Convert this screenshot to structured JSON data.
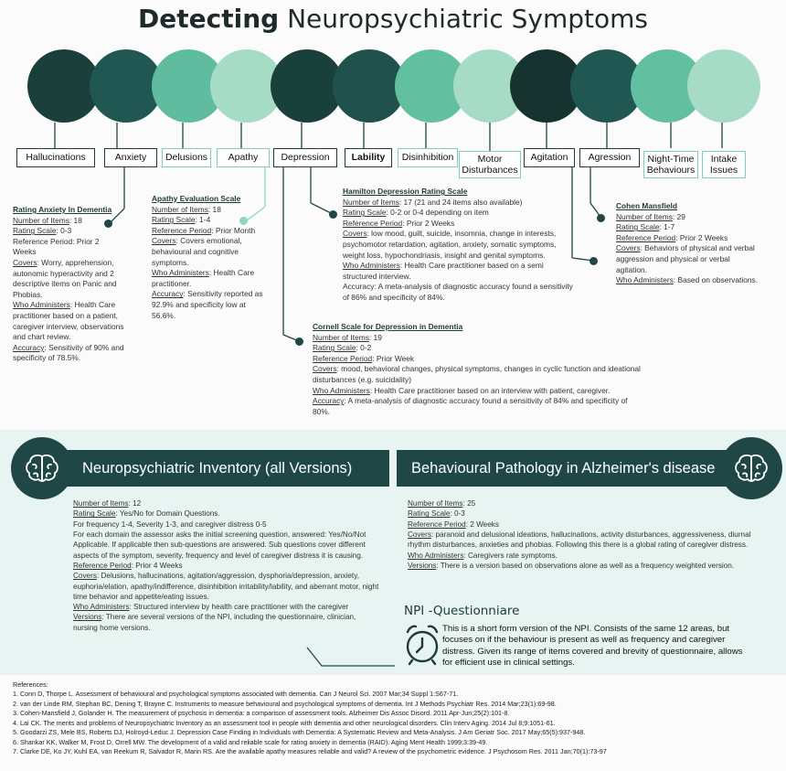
{
  "title": {
    "bold": "Detecting",
    "rest": "Neuropsychiatric Symptoms"
  },
  "colors": {
    "dark": "#193f3b",
    "mid": "#1f5a55",
    "teal": "#6cc3a7",
    "light": "#a9dcc7"
  },
  "symptoms": [
    {
      "label": "Hallucinations"
    },
    {
      "label": "Anxiety"
    },
    {
      "label": "Delusions"
    },
    {
      "label": "Apathy"
    },
    {
      "label": "Depression"
    },
    {
      "label": "Lability"
    },
    {
      "label": "Disinhibition"
    },
    {
      "label": "Motor Disturbances"
    },
    {
      "label": "Agitation"
    },
    {
      "label": "Agression"
    },
    {
      "label": "Night-Time Behaviours"
    },
    {
      "label": "Intake Issues"
    }
  ],
  "anxiety": {
    "title": "Rating Anxiety In Dementia",
    "items_k": "Number of Items",
    "items_v": ": 18",
    "scale_k": "Rating Scale",
    "scale_v": ": 0-3",
    "ref": "Reference Period: Prior 2 Weeks",
    "covers_k": "Covers",
    "covers_v": ": Worry, apprehension, autonomic hyperactivity and 2 descriptive items on Panic and Phobias.",
    "who_k": "Who Administers",
    "who_v": ": Health Care practitioner based on a patient, caregiver interview, observations and chart review.",
    "acc_k": "Accuracy",
    "acc_v": ": Sensitivity of 90% and specificity of 78.5%."
  },
  "apathy": {
    "title": "Apathy Evaluation Scale",
    "items_k": "Number of Items",
    "items_v": ": 18",
    "scale_k": "Rating Scale",
    "scale_v": ": 1-4",
    "ref_k": "Reference Period",
    "ref_v": ": Prior Month",
    "covers_k": "Covers",
    "covers_v": ": Covers emotional, behavioural and cognitive symptoms.",
    "who_k": "Who Administers",
    "who_v": ": Health Care practitioner.",
    "acc_k": "Accuracy",
    "acc_v": ": Sensitivity reported as 92.9% and specificity low at 56.6%."
  },
  "hamilton": {
    "title": "Hamilton Depression Rating Scale",
    "items_k": "Number of Items",
    "items_v": ": 17 (21 and 24 items also available)",
    "scale_k": "Rating Scale",
    "scale_v": ": 0-2 or 0-4 depending on item",
    "ref_k": "Reference Period",
    "ref_v": ": Prior 2 Weeks",
    "covers_k": "Covers",
    "covers_v": ": low mood, guilt, suicide, insomnia, change in interests, psychomotor retardation, agitation, anxiety, somatic symptoms, weight loss, hypochondriasis, insight and genital symptoms.",
    "who_k": "Who Administers",
    "who_v": ": Health Care practitioner based on a semi structured interview.",
    "acc": "Accuracy: A meta-analysis of diagnostic accuracy found a sensitivity of 86% and specificity of 84%."
  },
  "cohen": {
    "title": "Cohen Mansfield",
    "items_k": "Number of Items",
    "items_v": ": 29",
    "scale_k": "Rating Scale",
    "scale_v": ": 1-7",
    "ref_k": "Reference Period",
    "ref_v": ": Prior 2 Weeks",
    "covers_k": "Covers",
    "covers_v": ": Behaviors of physical and verbal aggression and physical or verbal agitation.",
    "who_k": "Who Administers",
    "who_v": ": Based on observations."
  },
  "cornell": {
    "title": "Cornell Scale for Depression in Dementia",
    "items_k": "Number of Items",
    "items_v": ": 19",
    "scale_k": "Rating Scale",
    "scale_v": ": 0-2",
    "ref_k": "Reference Period",
    "ref_v": ": Prior Week",
    "covers_k": "Covers",
    "covers_v": ": mood, behavioral changes, physical symptoms, changes in cyclic function and ideational disturbances (e.g. suicidality)",
    "who_k": "Who Administers",
    "who_v": ": Health Care practitioner based on an interview with patient, caregiver.",
    "acc_k": "Accuracy",
    "acc_v": ": A meta-analysis of diagnostic accuracy found a sensitivity of 84% and specificity of 80%."
  },
  "npi": {
    "banner": "Neuropsychiatric Inventory (all Versions)",
    "items_k": "Number of Items",
    "items_v": ": 12",
    "scale_k": "Rating Scale",
    "scale_v": ": Yes/No for Domain Questions.",
    "freq": "For frequency 1-4, Severity 1-3, and caregiver distress 0-5",
    "body": "For each domain the assessor asks the initial screening question, answered: Yes/No/Not Applicable. If applicable then sub-questions are answered. Sub questions cover different aspects of the symptom, severity, frequency and level of caregiver distress it is causing.",
    "ref_k": "Reference Period",
    "ref_v": ": Prior 4 Weeks",
    "covers_k": "Covers",
    "covers_v": ": Delusions, hallucinations, agitation/aggression, dysphoria/depression, anxiety, euphoria/elation, apathy/indifference, disinhibition irritability/lability, and aberrant motor, night time behavior and appetite/eating issues.",
    "who_k": "Who Administers",
    "who_v": ": Structured interview by health care practitioner with the caregiver",
    "ver_k": "Versions",
    "ver_v": ": There are several versions of the NPI, including the questionnaire, clinician, nursing home versions."
  },
  "behave": {
    "banner": "Behavioural Pathology in Alzheimer's disease",
    "items_k": "Number of Items",
    "items_v": ": 25",
    "scale_k": "Rating Scale",
    "scale_v": ": 0-3",
    "ref_k": "Reference Period",
    "ref_v": ": 2 Weeks",
    "covers_k": "Covers",
    "covers_v": ": paranoid and delusional ideations, hallucinations, activity disturbances, aggressiveness, diurnal rhythm disturbances, anxieties and phobias. Following this there is a global rating of caregiver distress.",
    "who_k": "Who Administers",
    "who_v": ": Caregivers rate symptoms.",
    "ver_k": "Versions",
    "ver_v": ": There is a version based on observations alone as well as a frequency weighted version."
  },
  "npiq": {
    "title": "NPI -Questionniare",
    "body": "This is a short form version of the NPI. Consists of the same 12 areas, but focuses on if the behaviour is present as well as frequency and caregiver distress. Given its range of items covered and brevity of questionnaire, allows for efficient use in clinical settings."
  },
  "refs": {
    "heading": "References:",
    "items": [
      "1. Conn D, Thorpe L. Assessment of behavioural and psychological symptoms associated with dementia. Can J Neurol Sci. 2007 Mar;34 Suppl 1:S67-71.",
      "2. van der Linde RM, Stephan BC, Dening T, Brayne C. Instruments to measure behavioural and psychological symptoms of dementia. Int J Methods Psychiatr Res. 2014 Mar;23(1):69-98.",
      "3. Cohen-Mansfield J, Golander H. The measurement of psychosis in dementia: a comparison of assessment tools. Alzheimer Dis Assoc Disord. 2011 Apr-Jun;25(2):101-8.",
      "4. Lai CK. The merits and problems of Neuropsychiatric Inventory as an assessment tool in people with dementia and other neurological disorders. Clin Interv Aging. 2014 Jul 8;9:1051-61.",
      "5. Goodarzi ZS, Mele BS, Roberts DJ, Holroyd-Leduc J. Depression Case Finding in Individuals with Dementia: A Systematic Review and Meta-Analysis. J Am Geriatr Soc. 2017 May;65(5):937-948.",
      "6. Shankar KK, Walker M, Frost D, Orrell MW. The development of a valid and reliable scale for rating anxiety in dementia (RAID). Aging Ment Health 1999;3:39-49.",
      "7. Clarke DE, Ko JY, Kuhl EA, van Reekum R, Salvador R, Marin RS. Are the available apathy measures reliable and valid? A review of the psychometric evidence. J Psychosom Res. 2011 Jan;70(1):73-97"
    ]
  }
}
